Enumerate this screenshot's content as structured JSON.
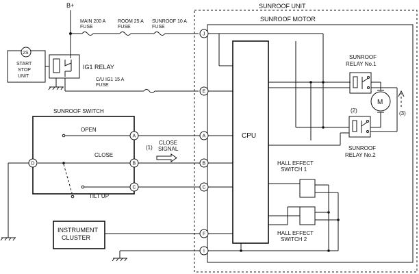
{
  "power": {
    "b_plus": "B+"
  },
  "fuses": {
    "main": "MAIN 200 A\nFUSE",
    "room": "ROOM 25 A\nFUSE",
    "sunroof": "SUNROOF 10 A\nFUSE",
    "cu_ig1": "C/U IG1 15 A\nFUSE"
  },
  "modules": {
    "start_stop_unit": "START\nSTOP\nUNIT",
    "ss_badge": "2S",
    "ig1_relay": "IG1 RELAY",
    "sunroof_unit": "SUNROOF UNIT",
    "sunroof_motor": "SUNROOF MOTOR",
    "cpu": "CPU",
    "instrument_cluster": "INSTRUMENT\nCLUSTER",
    "motor_symbol": "M"
  },
  "switch": {
    "title": "SUNROOF SWITCH",
    "open": "OPEN",
    "close": "CLOSE",
    "tilt_up": "TILT UP"
  },
  "signal": {
    "marker": "(1)",
    "label": "CLOSE\nSIGNAL"
  },
  "relays": {
    "no1": "SUNROOF\nRELAY No.1",
    "no2": "SUNROOF\nRELAY No.2",
    "marker2": "(2)",
    "marker3": "(3)"
  },
  "hall": {
    "sw1": "HALL EFFECT\nSWITCH 1",
    "sw2": "HALL EFFECT\nSWITCH 2"
  },
  "terminals": {
    "J": "J",
    "E": "E",
    "A": "A",
    "B": "B",
    "C": "C",
    "D": "D",
    "F": "F",
    "I": "I"
  }
}
